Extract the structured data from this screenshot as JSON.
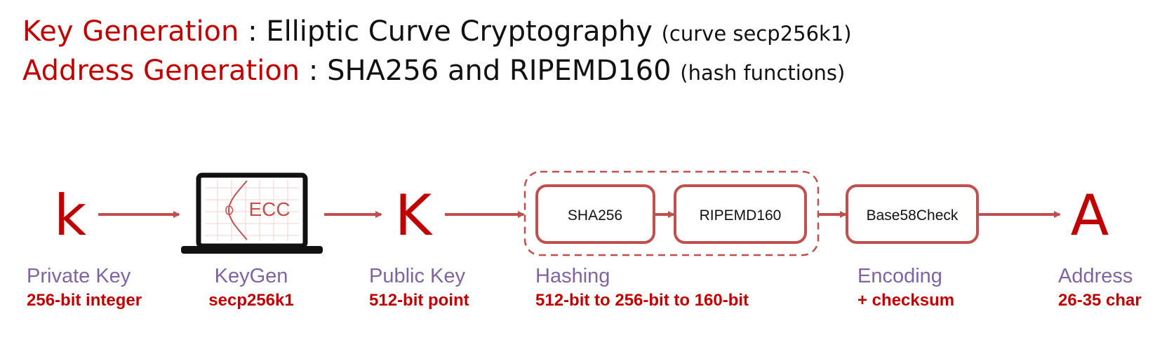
{
  "title": {
    "line1": {
      "highlight": "Key Generation",
      "text": " : Elliptic Curve Cryptography ",
      "paren": "(curve secp256k1)"
    },
    "line2": {
      "highlight": "Address Generation",
      "text": " : SHA256 and RIPEMD160 ",
      "paren": "(hash functions)"
    }
  },
  "diagram": {
    "private_key_symbol": "k",
    "laptop_screen_text": "ECC",
    "public_key_symbol": "K",
    "hash1": "SHA256",
    "hash2": "RIPEMD160",
    "encoding_box": "Base58Check",
    "address_symbol": "A"
  },
  "labels": {
    "private_key": {
      "name": "Private Key",
      "desc": "256-bit integer"
    },
    "keygen": {
      "name": "KeyGen",
      "desc": "secp256k1"
    },
    "public_key": {
      "name": "Public Key",
      "desc": "512-bit point"
    },
    "hashing": {
      "name": "Hashing",
      "desc": "512-bit to 256-bit to 160-bit"
    },
    "encoding": {
      "name": "Encoding",
      "desc": "+ checksum"
    },
    "address": {
      "name": "Address",
      "desc": "26-35 char"
    }
  },
  "colors": {
    "accent_red": "#c00000",
    "flow_red": "#c0504d",
    "label_purple": "#8064a2"
  }
}
